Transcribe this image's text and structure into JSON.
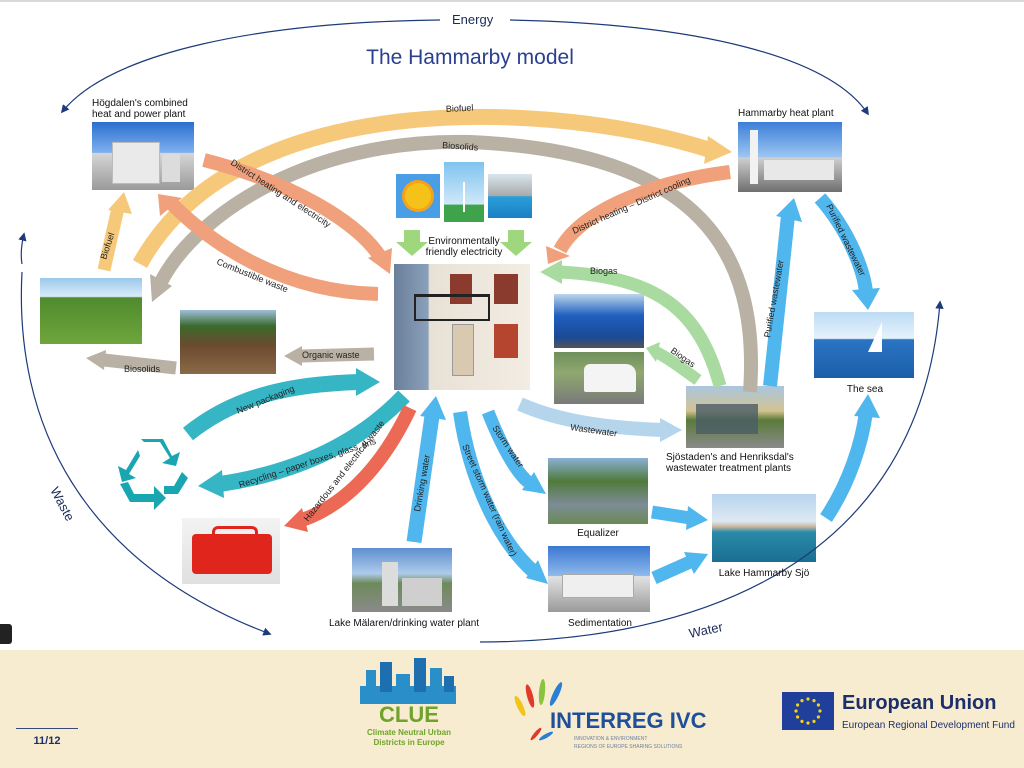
{
  "diagram": {
    "title": "The Hammarby model",
    "cycles": {
      "energy": "Energy",
      "waste": "Waste",
      "water": "Water"
    },
    "nodes": {
      "hogdalen": "Högdalen's combined heat and power plant",
      "hammarby_heat": "Hammarby heat plant",
      "env_electricity": "Environmentally friendly electricity",
      "the_sea": "The sea",
      "wwtp": "Sjöstaden's and Henriksdal's wastewater treatment plants",
      "equalizer": "Equalizer",
      "lake_hammarby": "Lake Hammarby Sjö",
      "sedimentation": "Sedimentation",
      "lake_malaren": "Lake Mälaren/drinking water plant"
    },
    "flows": {
      "biofuel_top": "Biofuel",
      "biosolids_top": "Biosolids",
      "district_heating_electricity": "District heating and electricity",
      "combustible_waste": "Combustible waste",
      "district_heating_cooling": "District heating – District cooling",
      "biofuel_left": "Biofuel",
      "biogas_1": "Biogas",
      "biogas_2": "Biogas",
      "purified_wastewater_1": "Purified wastewater",
      "purified_wastewater_2": "Purified wastewater",
      "organic_waste": "Organic waste",
      "biosolids_left": "Biosolids",
      "new_packaging": "New packaging",
      "recycling": "Recycling – paper boxes, glass, tins",
      "hazardous": "Hazardous and electrical waste",
      "drinking_water": "Drinking water",
      "street_storm_water": "Street storm water (rain water)",
      "storm_water": "Storm water",
      "wastewater": "Wastewater"
    },
    "colors": {
      "energy_orange": "#f6c97a",
      "biosolids_grey": "#b9b2a4",
      "heat_salmon": "#f0a07a",
      "biogas_green": "#a9dba0",
      "water_blue": "#4fb6ee",
      "recycle_teal": "#36b5c4",
      "hazard_red": "#ec6a55"
    }
  },
  "footer": {
    "page": "11/12",
    "clue": {
      "name": "CLUE",
      "tagline_1": "Climate Neutral Urban",
      "tagline_2": "Districts in Europe"
    },
    "interreg": {
      "name": "INTERREG IVC",
      "tagline_1": "INNOVATION & ENVIRONMENT",
      "tagline_2": "REGIONS OF EUROPE SHARING SOLUTIONS"
    },
    "eu": {
      "name": "European Union",
      "fund": "European Regional Development Fund"
    }
  }
}
